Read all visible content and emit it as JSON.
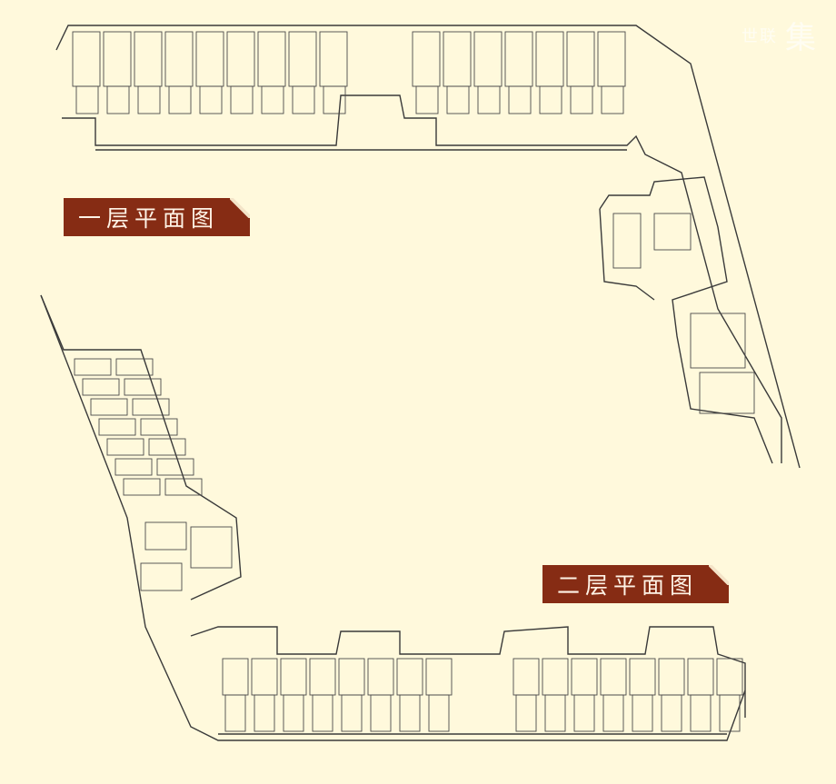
{
  "labels": {
    "floor1": "一层平面图",
    "floor2": "二层平面图"
  },
  "watermark": {
    "brand": "世联",
    "mark": "集"
  },
  "colors": {
    "background": "#fff9dc",
    "label_bg": "#862c14",
    "line": "#3a3a3a"
  }
}
